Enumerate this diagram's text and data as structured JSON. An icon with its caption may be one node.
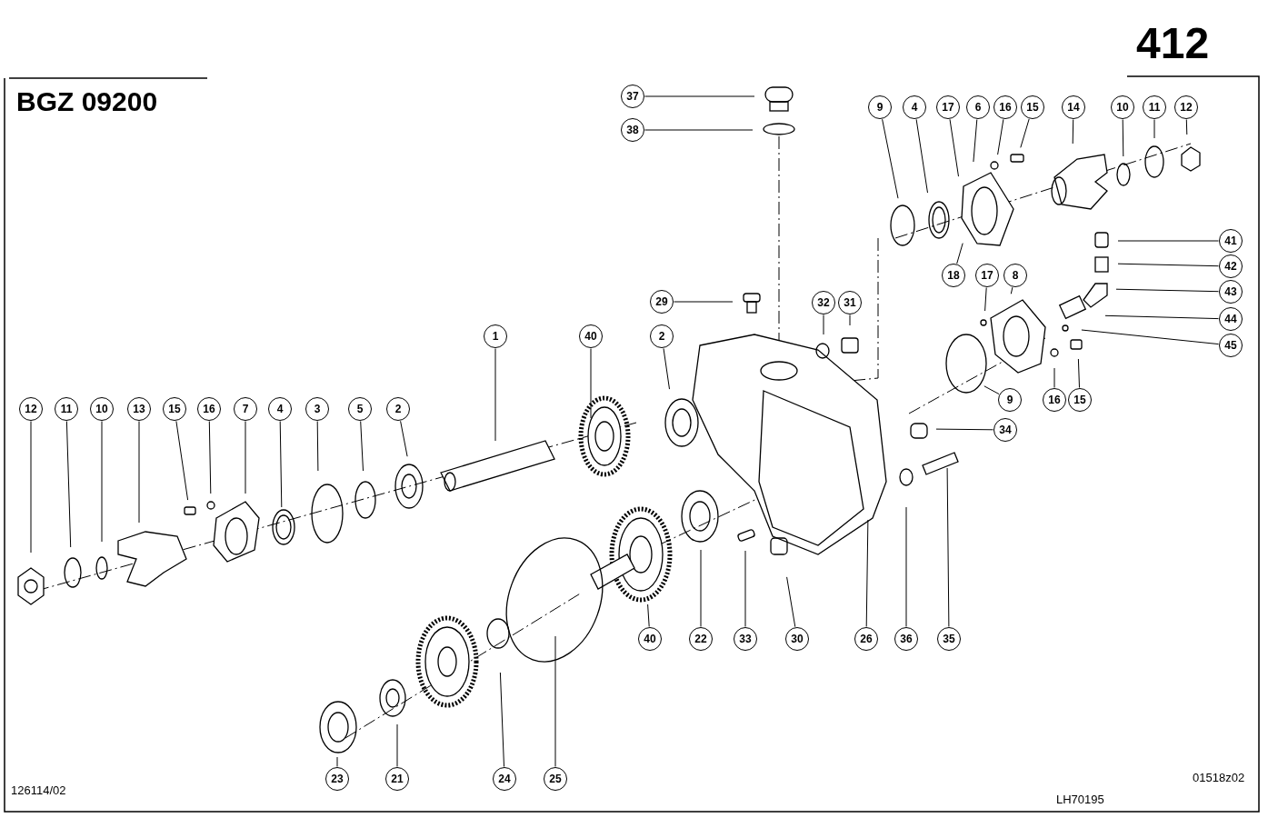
{
  "diagram": {
    "nodes": [
      {
        "text": [
          "37"
        ]
      },
      {
        "text": [
          "38"
        ]
      },
      {
        "text": [
          "9"
        ]
      },
      {
        "text": [
          "4"
        ]
      },
      {
        "text": [
          "17"
        ]
      },
      {
        "text": [
          "6"
        ]
      },
      {
        "text": [
          "16"
        ]
      },
      {
        "text": [
          "15"
        ]
      },
      {
        "text": [
          "14"
        ]
      },
      {
        "text": [
          "10"
        ]
      },
      {
        "text": [
          "11"
        ]
      },
      {
        "text": [
          "12"
        ]
      },
      {
        "text": [
          "41"
        ]
      },
      {
        "text": [
          "42"
        ]
      },
      {
        "text": [
          "43"
        ]
      },
      {
        "text": [
          "44"
        ]
      },
      {
        "text": [
          "45"
        ]
      },
      {
        "text": [
          "18"
        ]
      },
      {
        "text": [
          "17"
        ]
      },
      {
        "text": [
          "8"
        ]
      },
      {
        "text": [
          "29"
        ]
      },
      {
        "text": [
          "32"
        ]
      },
      {
        "text": [
          "31"
        ]
      },
      {
        "text": [
          "1"
        ]
      },
      {
        "text": [
          "40"
        ]
      },
      {
        "text": [
          "2"
        ]
      },
      {
        "text": [
          "9"
        ]
      },
      {
        "text": [
          "16"
        ]
      },
      {
        "text": [
          "15"
        ]
      },
      {
        "text": [
          "12"
        ]
      },
      {
        "text": [
          "11"
        ]
      },
      {
        "text": [
          "10"
        ]
      },
      {
        "text": [
          "13"
        ]
      },
      {
        "text": [
          "15"
        ]
      },
      {
        "text": [
          "16"
        ]
      },
      {
        "text": [
          "7"
        ]
      },
      {
        "text": [
          "4"
        ]
      },
      {
        "text": [
          "3"
        ]
      },
      {
        "text": [
          "5"
        ]
      },
      {
        "text": [
          "2"
        ]
      },
      {
        "text": [
          "34"
        ]
      },
      {
        "text": [
          "40"
        ]
      },
      {
        "text": [
          "22"
        ]
      },
      {
        "text": [
          "33"
        ]
      },
      {
        "text": [
          "30"
        ]
      },
      {
        "text": [
          "26"
        ]
      },
      {
        "text": [
          "36"
        ]
      },
      {
        "text": [
          "35"
        ]
      },
      {
        "text": [
          "23"
        ]
      },
      {
        "text": [
          "21"
        ]
      },
      {
        "text": [
          "24"
        ]
      },
      {
        "text": [
          "25"
        ]
      }
    ],
    "edges": [
      {
        "from": 0,
        "to": null,
        "arrow": "none"
      },
      {
        "from": 1,
        "to": null,
        "arrow": "none"
      },
      {
        "from": 2,
        "to": null,
        "arrow": "none"
      },
      {
        "from": 3,
        "to": null,
        "arrow": "none"
      },
      {
        "from": 4,
        "to": null,
        "arrow": "none"
      },
      {
        "from": 5,
        "to": null,
        "arrow": "none"
      },
      {
        "from": 6,
        "to": null,
        "arrow": "none"
      },
      {
        "from": 7,
        "to": null,
        "arrow": "none"
      },
      {
        "from": 8,
        "to": null,
        "arrow": "none"
      },
      {
        "from": 9,
        "to": null,
        "arrow": "none"
      },
      {
        "from": 10,
        "to": null,
        "arrow": "none"
      },
      {
        "from": 11,
        "to": null,
        "arrow": "none"
      },
      {
        "from": 12,
        "to": null,
        "arrow": "none"
      },
      {
        "from": 13,
        "to": null,
        "arrow": "none"
      },
      {
        "from": 14,
        "to": null,
        "arrow": "none"
      },
      {
        "from": 15,
        "to": null,
        "arrow": "none"
      },
      {
        "from": 16,
        "to": null,
        "arrow": "none"
      },
      {
        "from": 17,
        "to": null,
        "arrow": "none"
      },
      {
        "from": 18,
        "to": null,
        "arrow": "none"
      },
      {
        "from": 19,
        "to": null,
        "arrow": "none"
      },
      {
        "from": 20,
        "to": null,
        "arrow": "none"
      },
      {
        "from": 21,
        "to": null,
        "arrow": "none"
      },
      {
        "from": 22,
        "to": null,
        "arrow": "none"
      },
      {
        "from": 23,
        "to": null,
        "arrow": "none"
      },
      {
        "from": 24,
        "to": null,
        "arrow": "none"
      },
      {
        "from": 25,
        "to": null,
        "arrow": "none"
      },
      {
        "from": 26,
        "to": null,
        "arrow": "none"
      },
      {
        "from": 27,
        "to": null,
        "arrow": "none"
      },
      {
        "from": 28,
        "to": null,
        "arrow": "none"
      },
      {
        "from": 29,
        "to": null,
        "arrow": "none"
      },
      {
        "from": 30,
        "to": null,
        "arrow": "none"
      },
      {
        "from": 31,
        "to": null,
        "arrow": "none"
      },
      {
        "from": 32,
        "to": null,
        "arrow": "none"
      },
      {
        "from": 33,
        "to": null,
        "arrow": "none"
      },
      {
        "from": 34,
        "to": null,
        "arrow": "none"
      },
      {
        "from": 35,
        "to": null,
        "arrow": "none"
      },
      {
        "from": 36,
        "to": null,
        "arrow": "none"
      },
      {
        "from": 37,
        "to": null,
        "arrow": "none"
      },
      {
        "from": 38,
        "to": null,
        "arrow": "none"
      },
      {
        "from": 39,
        "to": null,
        "arrow": "none"
      },
      {
        "from": 40,
        "to": null,
        "arrow": "none"
      },
      {
        "from": 41,
        "to": null,
        "arrow": "none"
      },
      {
        "from": 42,
        "to": null,
        "arrow": "none"
      },
      {
        "from": 43,
        "to": null,
        "arrow": "none"
      },
      {
        "from": 44,
        "to": null,
        "arrow": "none"
      },
      {
        "from": 45,
        "to": null,
        "arrow": "none"
      },
      {
        "from": 46,
        "to": null,
        "arrow": "none"
      },
      {
        "from": 47,
        "to": null,
        "arrow": "none"
      },
      {
        "from": 48,
        "to": null,
        "arrow": "none"
      },
      {
        "from": 49,
        "to": null,
        "arrow": "none"
      },
      {
        "from": 50,
        "to": null,
        "arrow": "none"
      },
      {
        "from": 51,
        "to": null,
        "arrow": "none"
      }
    ],
    "labels": [
      "412",
      "BGZ 09200",
      "126114/02",
      "01518z02",
      "LH70195"
    ]
  }
}
